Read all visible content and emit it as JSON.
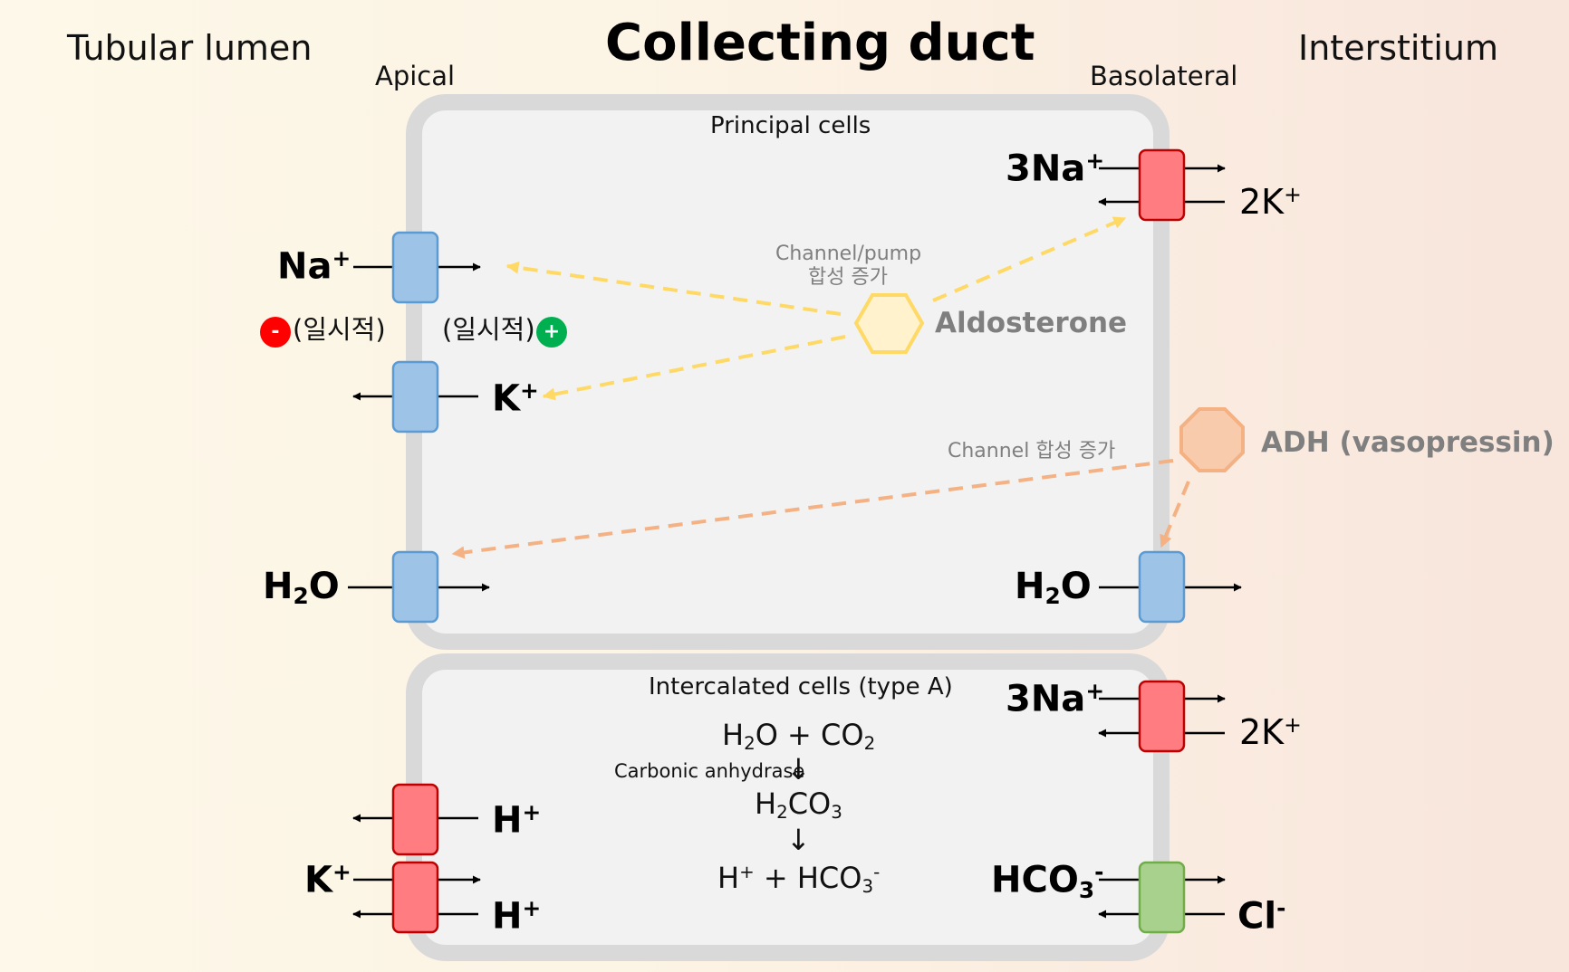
{
  "header": {
    "title": "Collecting duct",
    "left_label": "Tubular lumen",
    "right_label": "Interstitium",
    "apical": "Apical",
    "basolateral": "Basolateral"
  },
  "principal": {
    "title": "Principal cells",
    "na_left": "Na",
    "k_right": "K",
    "temp_neg": "(일시적)",
    "temp_pos": "(일시적)",
    "neg_sign": "-",
    "pos_sign": "+",
    "h2o_left_h": "H",
    "h2o_left_o": "O",
    "h2o_right_h": "H",
    "h2o_right_o": "O",
    "pump_na": "3Na",
    "pump_k": "2K",
    "plus": "+",
    "two": "2"
  },
  "hormones": {
    "aldosterone": "Aldosterone",
    "aldosterone_note_1": "Channel/pump",
    "aldosterone_note_2": "합성 증가",
    "adh": "ADH (vasopressin)",
    "adh_note": "Channel 합성 증가"
  },
  "intercalated": {
    "title": "Intercalated cells (type A)",
    "pump_na": "3Na",
    "pump_k": "2K",
    "h_top": "H",
    "k_left": "K",
    "h_bottom": "H",
    "hco3": "HCO",
    "cl": "Cl",
    "minus": "-",
    "reaction": {
      "line1_a": "H",
      "line1_b": "O + CO",
      "enzyme": "Carbonic anhydrase",
      "arrow": "↓",
      "line2_a": "H",
      "line2_b": "CO",
      "line3_a": "H",
      "line3_b": " + HCO"
    }
  },
  "colors": {
    "blue_channel": "#9dc3e6",
    "red_channel": "#ff7c80",
    "green_channel": "#a9d18e",
    "aldosterone": "#ffd966",
    "adh": "#f4b183",
    "neg_badge": "#ff0000",
    "pos_badge": "#00b050"
  }
}
